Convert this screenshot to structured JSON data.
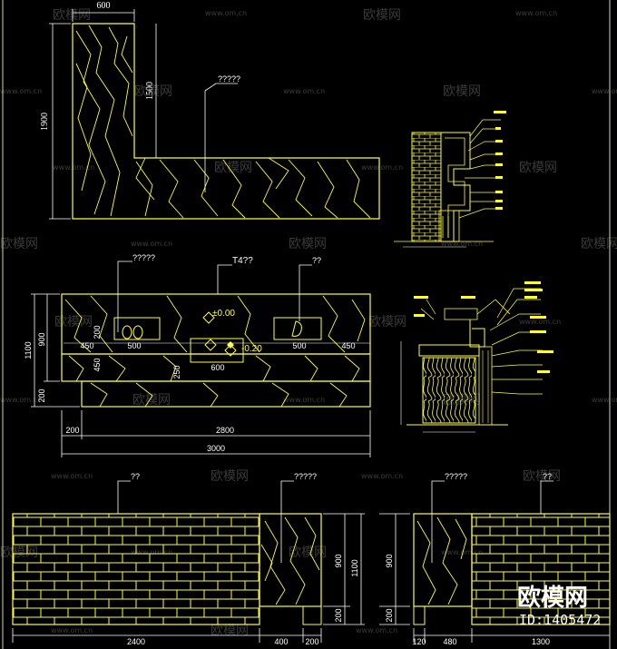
{
  "colors": {
    "background": "#000000",
    "line": "#FFFF33",
    "frame": "#D8D8A0",
    "dim": "#FFFFFF",
    "watermark": "rgba(255,255,255,0.22)"
  },
  "watermark": {
    "brand": "欧模网",
    "url": "www.om.cn"
  },
  "corner": {
    "brand": "欧模网",
    "id": "ID:1405472"
  },
  "plan_view": {
    "dim_top": "600",
    "dim_left": "1900",
    "dim_inner": "1500",
    "callout": "?????"
  },
  "front_elevation": {
    "callout_left": "?????",
    "callout_center": "T4??",
    "callout_right": "??",
    "level_top": "±0.00",
    "level_mid": "-0.20",
    "dim_basin_left": "500",
    "dim_basin_center": "600",
    "dim_basin_right": "500",
    "dim_margin_left": "450",
    "dim_margin_right": "450",
    "dim_offset_200": "200",
    "dim_offset_450": "450",
    "dim_offset_250": "250",
    "dim_height_1100": "1100",
    "dim_height_900": "900",
    "dim_base_200": "200",
    "dim_bottom_left": "200",
    "dim_bottom_main": "2800",
    "dim_bottom_total": "3000"
  },
  "bottom_left_elevation": {
    "callout_1": "??",
    "callout_2": "?????",
    "dim_width_main": "2400",
    "dim_width_400": "400",
    "dim_width_200": "200",
    "dim_height_900": "900",
    "dim_height_1100": "1100",
    "dim_height_200": "200"
  },
  "bottom_right_elevation": {
    "callout_1": "?????",
    "callout_2": "??",
    "dim_height_900": "900",
    "dim_height_200": "200",
    "dim_width_120": "120",
    "dim_width_480": "480",
    "dim_width_1300": "1300"
  }
}
